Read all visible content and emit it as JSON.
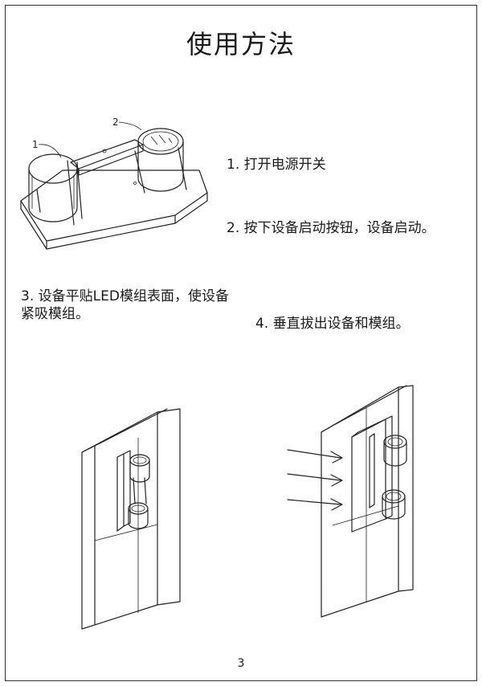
{
  "page": {
    "title": "使用方法",
    "page_number": "3"
  },
  "figure_top": {
    "callout_1": "1",
    "callout_2": "2"
  },
  "steps": [
    {
      "num": "1.",
      "text": "打开电源开关"
    },
    {
      "num": "2.",
      "text": "按下设备启动按钮，设备启动。"
    },
    {
      "num": "3.",
      "text": "设备平贴LED模组表面，使设备紧吸模组。"
    },
    {
      "num": "4.",
      "text": "垂直拔出设备和模组。"
    }
  ]
}
